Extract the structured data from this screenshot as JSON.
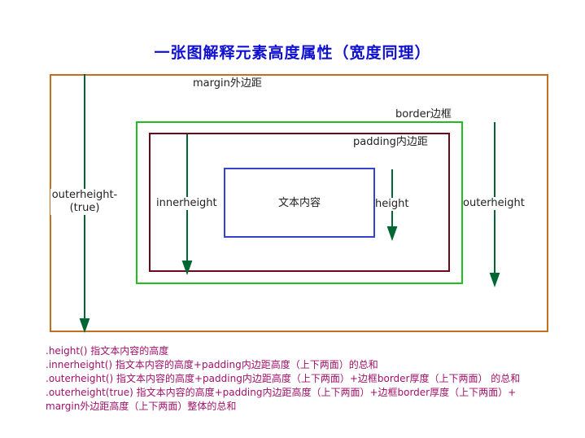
{
  "title": "一张图解释元素高度属性（宽度同理）",
  "labels": {
    "margin": "margin外边距",
    "border": "border边框",
    "padding": "padding内边距",
    "content": "文本内容",
    "outerheight_true_line1": "outerheight-",
    "outerheight_true_line2": "(true)",
    "innerheight": "innerheight",
    "height": "height",
    "outerheight": "outerheight"
  },
  "notes": [
    ".height() 指文本内容的高度",
    ".innerheight() 指文本内容的高度+padding内边距高度（上下两面）的总和",
    ".outerheight() 指文本内容的高度+padding内边距高度（上下两面）+边框border厚度（上下两面） 的总和",
    ".outerheight(true) 指文本内容的高度+padding内边距高度（上下两面）+边框border厚度（上下两面）+",
    "margin外边距高度（上下两面）整体的总和"
  ],
  "colors": {
    "title": "#1010d0",
    "margin_border": "#c07020",
    "border_border": "#22bb22",
    "padding_border": "#6a0a1a",
    "content_border": "#3344cc",
    "arrow": "#006633",
    "notes": "#a0106a"
  }
}
